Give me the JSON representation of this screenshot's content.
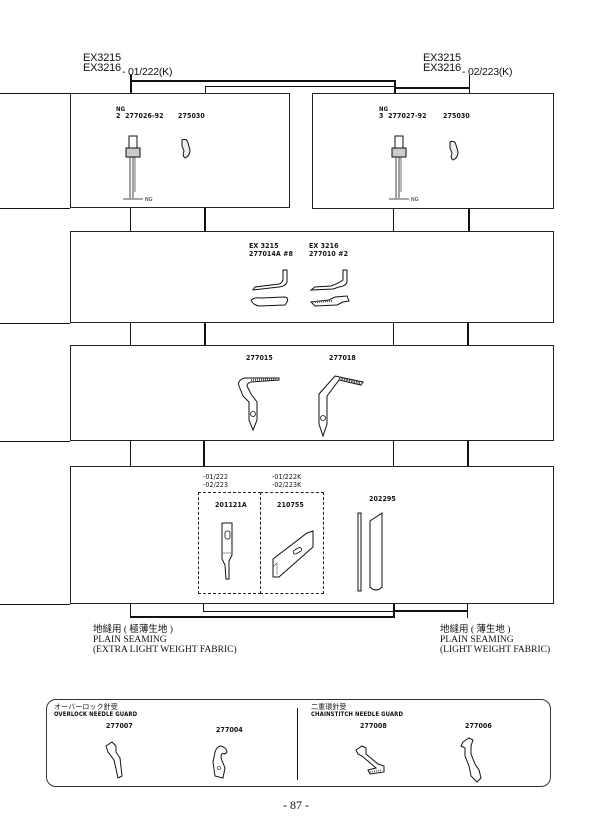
{
  "header": {
    "left_model": {
      "line1": "EX3215",
      "line2": "EX3216",
      "suffix": "- 01/222(K)"
    },
    "right_model": {
      "line1": "EX3215",
      "line2": "EX3216",
      "suffix": "- 02/223(K)"
    }
  },
  "needle_boxes": [
    {
      "ng_label": "NG",
      "ng_count": "2",
      "needle_part": "277026-92",
      "clamp_part": "275030",
      "ng_mark": "NG"
    },
    {
      "ng_label": "NG",
      "ng_count": "3",
      "needle_part": "277027-92",
      "clamp_part": "275030",
      "ng_mark": "NG"
    }
  ],
  "looper_box": {
    "items": [
      {
        "model": "EX 3215",
        "part": "277014A",
        "tag": "#8"
      },
      {
        "model": "EX 3216",
        "part": "277010",
        "tag": "#2"
      }
    ]
  },
  "lower_looper_box": {
    "parts": [
      "277015",
      "277018"
    ]
  },
  "knife_box": {
    "groups": [
      {
        "variants": [
          "-01/222",
          "-02/223"
        ],
        "part": "201121A"
      },
      {
        "variants": [
          "-01/222K",
          "-02/223K"
        ],
        "part": "210755"
      }
    ],
    "upper_knife_part": "202295"
  },
  "footer_labels": {
    "left": {
      "jp": "地縫用 ( 極薄生地 )",
      "en1": "PLAIN SEAMING",
      "en2": "(EXTRA LIGHT WEIGHT FABRIC)"
    },
    "right": {
      "jp": "地縫用 ( 薄生地 )",
      "en1": "PLAIN SEAMING",
      "en2": "(LIGHT WEIGHT FABRIC)"
    }
  },
  "needle_guards": {
    "overlock": {
      "jp": "オーバーロック針受",
      "en": "OVERLOCK NEEDLE GUARD",
      "parts": [
        "277007",
        "277004"
      ]
    },
    "chainstitch": {
      "jp": "二重環針受",
      "en": "CHAINSTITCH NEEDLE GUARD",
      "parts": [
        "277008",
        "277006"
      ]
    }
  },
  "page_number": "- 87 -"
}
